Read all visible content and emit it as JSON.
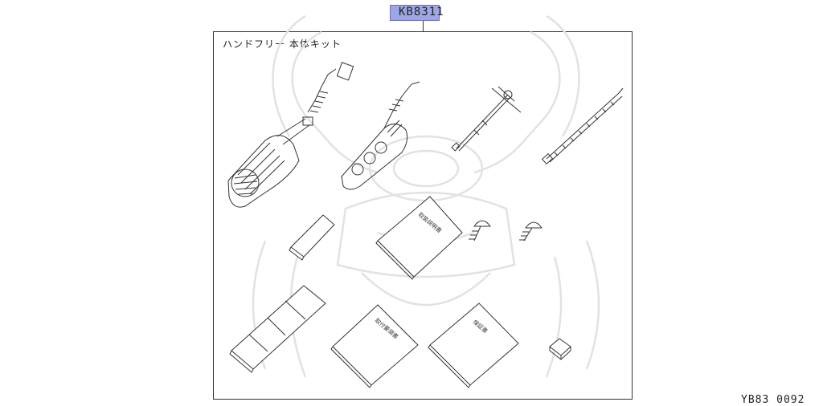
{
  "diagram": {
    "part_number": "KB8311",
    "kit_title": "ハンドフリー 本体キット",
    "figure_code": "YB83 0092",
    "book_labels": {
      "instruction_manual": "取扱説明書",
      "installation_manual": "取付要領書",
      "warranty": "保証書"
    }
  },
  "icons": {
    "watermark": "samurai-helmet-watermark"
  }
}
